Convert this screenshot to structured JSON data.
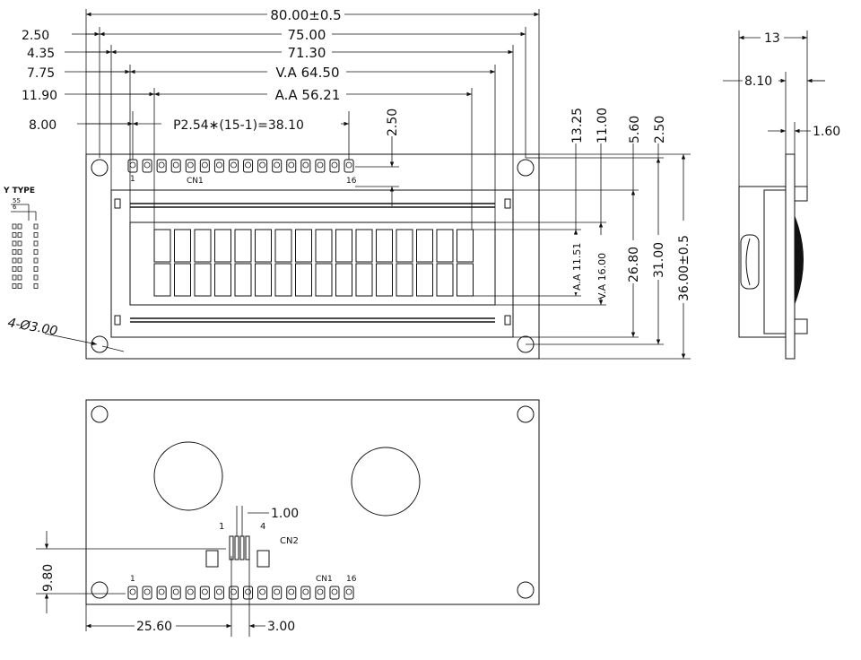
{
  "front_view": {
    "dims": {
      "overall_width": "80.00±0.5",
      "hole_pitch": "75.00",
      "frame_width": "71.30",
      "view_area": "V.A 64.50",
      "active_area": "A.A 56.21",
      "offset_2_50": "2.50",
      "offset_4_35": "4.35",
      "offset_7_75": "7.75",
      "offset_11_90": "11.90",
      "offset_8_00": "8.00",
      "pin_pitch": "P2.54∗(15-1)=38.10",
      "pin_row_offset": "2.50",
      "right_13_25": "13.25",
      "right_11_00": "11.00",
      "right_5_60": "5.60",
      "right_2_50": "2.50",
      "aa_height": "A.A 11.51",
      "va_height": "V.A 16.00",
      "h_26_80": "26.80",
      "h_31_00": "31.00",
      "overall_height": "36.00±0.5",
      "mount_holes": "4-Ø3.00"
    },
    "connector": {
      "name": "CN1",
      "first_pin": "1",
      "last_pin": "16"
    },
    "side_note": {
      "title": "Y TYPE",
      "code_a": "55",
      "code_b": "6"
    }
  },
  "side_view": {
    "dims": {
      "depth": "13",
      "depth_8_10": "8.10",
      "pcb_1_60": "1.60"
    }
  },
  "back_view": {
    "dims": {
      "cn2_pitch": "1.00",
      "height_9_80": "9.80",
      "offset_25_60": "25.60",
      "offset_3_00": "3.00"
    },
    "cn2": {
      "name": "CN2",
      "first_pin": "1",
      "last_pin": "4"
    },
    "cn1": {
      "name": "CN1",
      "first_pin": "1",
      "last_pin": "16"
    }
  }
}
